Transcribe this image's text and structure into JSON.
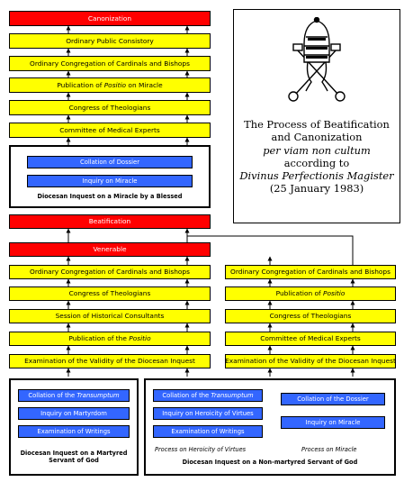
{
  "main": {
    "canonization": "Canonization",
    "consistory": "Ordinary Public Consistory",
    "congregation": "Ordinary Congregation of Cardinals and Bishops",
    "positio_miracle": [
      "Publication of ",
      "Positio",
      " on Miracle"
    ],
    "theologians": "Congress of Theologians",
    "medical": "Committee of Medical Experts",
    "collation": "Collation of Dossier",
    "inquiry_miracle": "Inquiry on Miracle",
    "inquest_label": "Diocesan Inquest on a Miracle by a Blessed",
    "beatification": "Beatification",
    "venerable": "Venerable"
  },
  "left": {
    "congregation": "Ordinary Congregation of Cardinals and Bishops",
    "theologians": "Congress of Theologians",
    "historical": "Session of Historical Consultants",
    "positio": [
      "Publication of the ",
      "Positio"
    ],
    "validity": "Examination of the Validity of the Diocesan Inquest",
    "transumptum": [
      "Collation of the ",
      "Transumptum"
    ],
    "martyrdom": "Inquiry on Martyrdom",
    "writings": "Examination of Writings",
    "label": "Diocesan Inquest on a Martyred Servant of God"
  },
  "right": {
    "congregation": "Ordinary Congregation of Cardinals and Bishops",
    "positio": [
      "Publication of ",
      "Positio"
    ],
    "theologians": "Congress of Theologians",
    "medical": "Committee of Medical Experts",
    "validity": "Examination of the Validity of the Diocesan Inquest"
  },
  "bottom": {
    "transumptum": [
      "Collation of the ",
      "Transumptum"
    ],
    "heroicity": "Inquiry on Heroicity of Virtues",
    "writings": "Examination of Writings",
    "dossier": "Collation of the Dossier",
    "inquiry_miracle": "Inquiry on Miracle",
    "sub_heroicity": "Process on Heroicity of Virtues",
    "sub_miracle": "Process on Miracle",
    "label": "Diocesan Inquest on a Non-martyred Servant of God"
  },
  "info": {
    "line1": "The Process of Beatification",
    "line2": "and Canonization",
    "line3": "per viam non cultum",
    "line4": "according to",
    "line5": "Divinus Perfectionis Magister",
    "line6": "(25 January 1983)"
  },
  "colors": {
    "step": "#ffff00",
    "milestone": "#ff0000",
    "sub_step": "#3366ff"
  },
  "icons": {
    "emblem": "papal-keys-tiara-emblem"
  }
}
